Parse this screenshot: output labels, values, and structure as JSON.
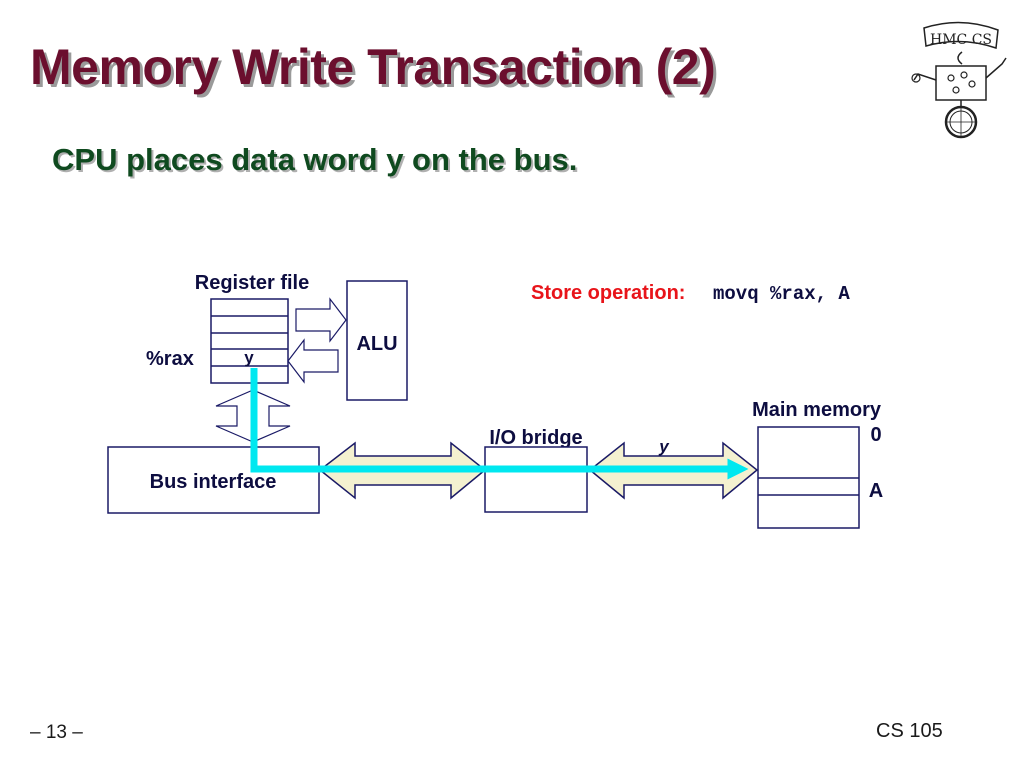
{
  "slide": {
    "title": "Memory Write Transaction (2)",
    "subtitle": "CPU places data word y on the bus.",
    "page_number": "– 13 –",
    "course": "CS 105"
  },
  "logo": {
    "text": "HMC CS"
  },
  "diagram": {
    "register_file_label": "Register file",
    "rax_label": "%rax",
    "register_value": "y",
    "alu_label": "ALU",
    "bus_interface_label": "Bus interface",
    "io_bridge_label": "I/O bridge",
    "bus_data_label": "y",
    "main_memory_label": "Main memory",
    "memory_address_0": "0",
    "memory_address_a": "A",
    "store_operation_label": "Store operation:",
    "store_operation_code": "movq %rax, A"
  },
  "colors": {
    "title": "#6b0f2e",
    "subtitle": "#0f4a1f",
    "box_stroke": "#1a1a66",
    "store_operation": "#e8141a",
    "bus_fill": "#f4f1d0",
    "data_path": "#00e8f0"
  }
}
